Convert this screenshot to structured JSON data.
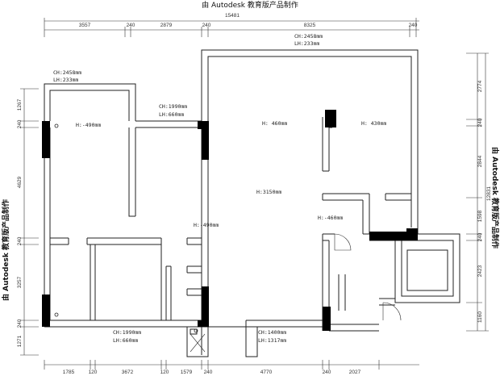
{
  "watermark": {
    "top": "由 Autodesk 教育版产品制作",
    "left": "由 Autodesk 教育版产品制作",
    "right": "由 Autodesk 教育版产品制作"
  },
  "dimensions": {
    "top_total": "15481",
    "top": [
      "3557",
      "240",
      "2879",
      "240",
      "8325",
      "240"
    ],
    "bottom": [
      "1785",
      "120",
      "3672",
      "120",
      "1579",
      "240",
      "4770",
      "240",
      "2027"
    ],
    "left": [
      "1267",
      "240",
      "4629",
      "240",
      "3257",
      "240",
      "1271"
    ],
    "right": [
      "2774",
      "240",
      "2844",
      "1598",
      "240",
      "2423",
      "1160"
    ],
    "right_total": "12831"
  },
  "labels": {
    "ch_top_right": "CH:2458mm",
    "lh_top_right": "LH:233mm",
    "ch_top_left": "CH:2458mm",
    "lh_top_left": "LH:233mm",
    "ch_mid": "CH:1990mm",
    "lh_mid": "LH:660mm",
    "h_left_room": "H:-490mm",
    "h_center": "H: 460mm",
    "h_right": "H: 430mm",
    "h_hall": "H:3150mm",
    "h_corridor": "H:-490mm",
    "h_bath": "H:-460mm",
    "ch_bottom_left": "CH:1990mm",
    "lh_bottom_left": "LH:660mm",
    "ch_bottom_right": "CH:1400mm",
    "lh_bottom_right": "LH:1317mm"
  }
}
